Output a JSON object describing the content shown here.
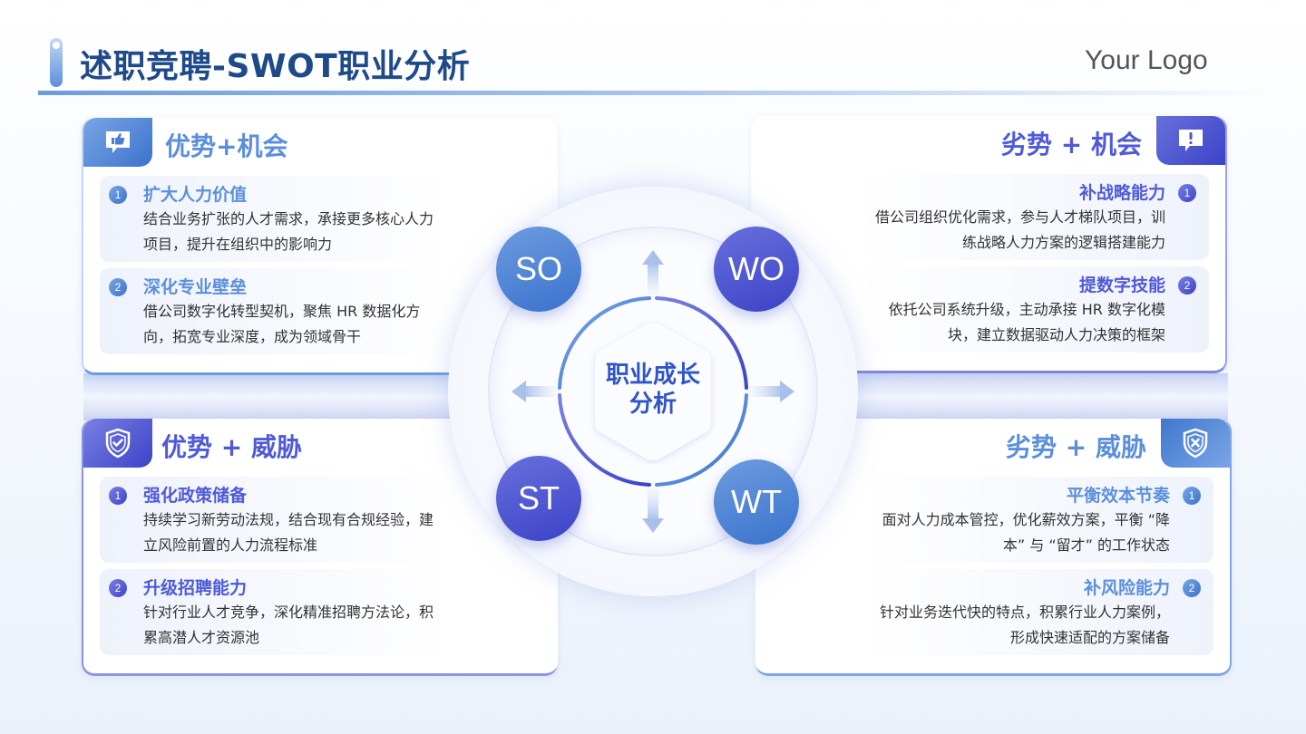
{
  "header": {
    "title": "述职竞聘-SWOT职业分析",
    "logo": "Your Logo"
  },
  "center": {
    "label_line1": "职业成长",
    "label_line2": "分析",
    "bubbles": {
      "so": "SO",
      "wo": "WO",
      "st": "ST",
      "wt": "WT"
    }
  },
  "quadrants": {
    "so": {
      "title": "优势+机会",
      "icon": "thumbs-up-chat-icon",
      "items": [
        {
          "num": "1",
          "title": "扩大人力价值",
          "desc": "结合业务扩张的人才需求，承接更多核心人力项目，提升在组织中的影响力"
        },
        {
          "num": "2",
          "title": "深化专业壁垒",
          "desc": "借公司数字化转型契机，聚焦 HR 数据化方向，拓宽专业深度，成为领域骨干"
        }
      ]
    },
    "wo": {
      "title": "劣势 + 机会",
      "icon": "exclamation-chat-icon",
      "items": [
        {
          "num": "1",
          "title": "补战略能力",
          "desc": "借公司组织优化需求，参与人才梯队项目，训练战略人力方案的逻辑搭建能力"
        },
        {
          "num": "2",
          "title": "提数字技能",
          "desc": "依托公司系统升级，主动承接 HR 数字化模块，建立数据驱动人力决策的框架"
        }
      ]
    },
    "st": {
      "title": "优势 + 威胁",
      "icon": "shield-check-icon",
      "items": [
        {
          "num": "1",
          "title": "强化政策储备",
          "desc": "持续学习新劳动法规，结合现有合规经验，建立风险前置的人力流程标准"
        },
        {
          "num": "2",
          "title": "升级招聘能力",
          "desc": "针对行业人才竞争，深化精准招聘方法论，积累高潜人才资源池"
        }
      ]
    },
    "wt": {
      "title": "劣势 + 威胁",
      "icon": "shield-x-icon",
      "items": [
        {
          "num": "1",
          "title": "平衡效本节奏",
          "desc": "面对人力成本管控，优化薪效方案，平衡 “降本” 与 “留才” 的工作状态"
        },
        {
          "num": "2",
          "title": "补风险能力",
          "desc": "针对业务迭代快的特点，积累行业人力案例，形成快速适配的方案储备"
        }
      ]
    }
  },
  "colors": {
    "title": "#1f4a8a",
    "blue_accent": "#5b8fdc",
    "indigo_accent": "#4f5ad8",
    "hub_text": "#2f55c8"
  }
}
